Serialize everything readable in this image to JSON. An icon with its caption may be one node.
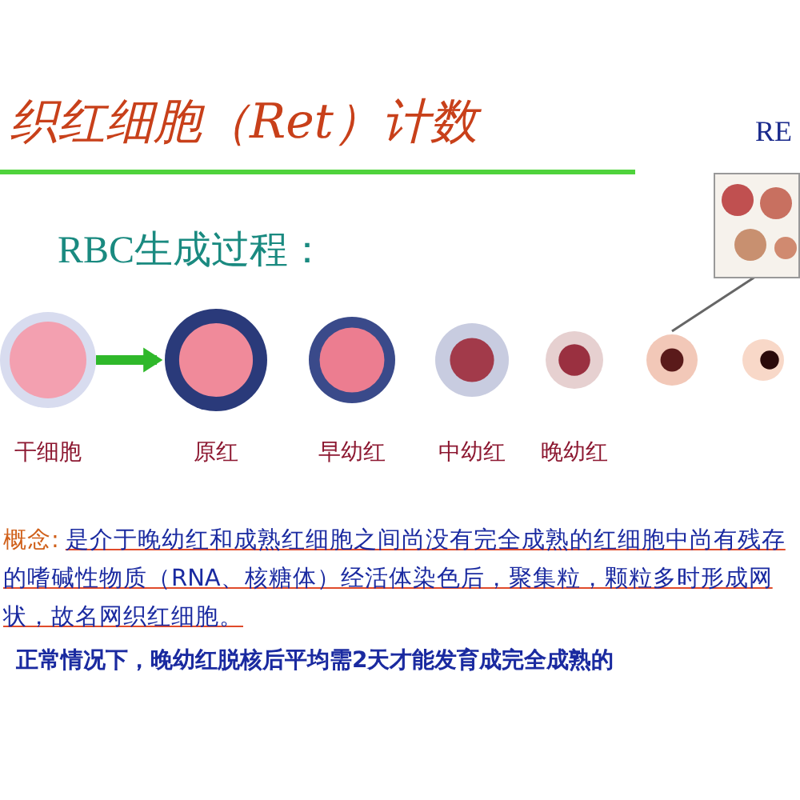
{
  "diagram": {
    "title": "织红细胞（Ret）计数",
    "nodes": [
      {
        "text": [
          "干细胞"
        ]
      },
      {
        "text": [
          "原红"
        ]
      },
      {
        "text": [
          "早幼红"
        ]
      },
      {
        "text": [
          "中幼红"
        ]
      },
      {
        "text": [
          "晚幼红"
        ]
      },
      {
        "text": [],
        "shape": "picture"
      },
      {
        "text": [],
        "shape": "picture",
        "beside": [
          "RE"
        ]
      }
    ],
    "edges": [
      {
        "from": 0,
        "to": 1,
        "arrow": "to",
        "style": "thick",
        "color": "#2fb82a"
      },
      {
        "from": 6,
        "to": 5,
        "arrow": "none"
      }
    ],
    "labels": [
      "RBC生成过程：",
      "概念:",
      "是介于晚幼红和成熟红细胞之间尚没有完全成熟的红细胞中尚有残存的嗜碱性物质（RNA、核糖体）经活体染色后，聚集粒，颗粒多时形成网状，故名网织红细胞。",
      "正常情况下，晚幼红脱核后平均需2天才能发育成完全成熟的"
    ]
  }
}
